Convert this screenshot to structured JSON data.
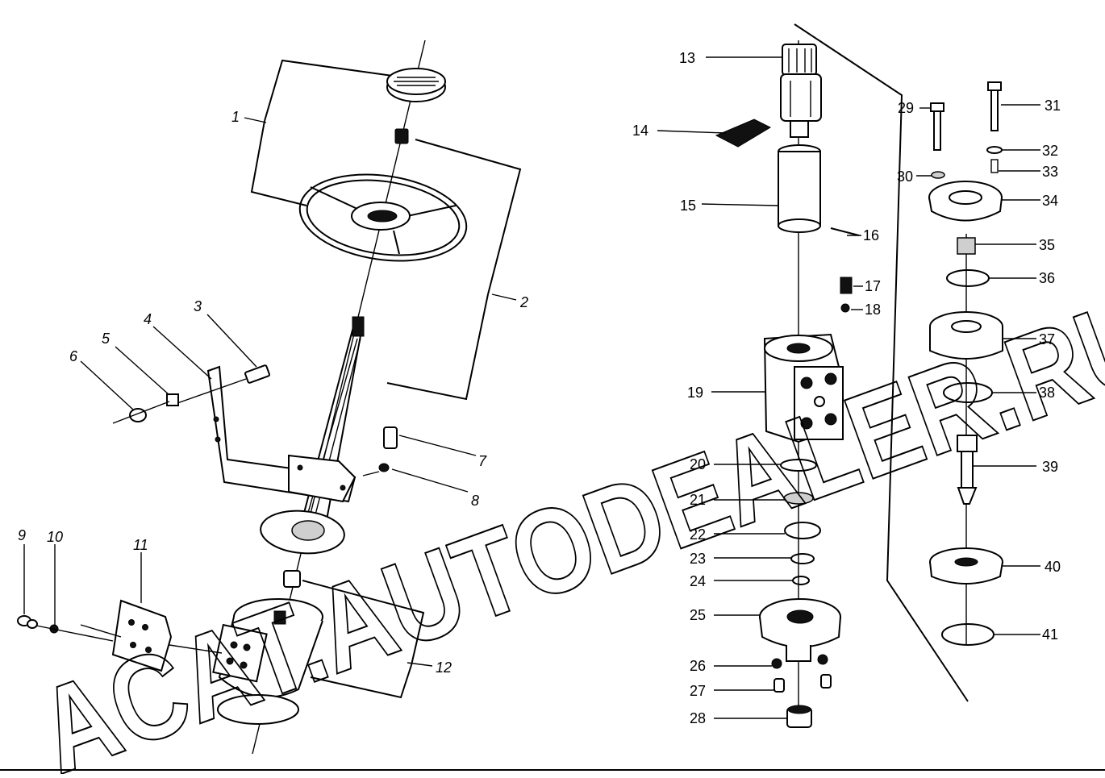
{
  "watermark": "ACAT.AUTODEALER.RU",
  "callouts_left": [
    "1",
    "2",
    "3",
    "4",
    "5",
    "6",
    "7",
    "8",
    "9",
    "10",
    "11",
    "12"
  ],
  "callouts_right": [
    "13",
    "14",
    "15",
    "16",
    "17",
    "18",
    "19",
    "20",
    "21",
    "22",
    "23",
    "24",
    "25",
    "26",
    "27",
    "28",
    "29",
    "30",
    "31",
    "32",
    "33",
    "34",
    "35",
    "36",
    "37",
    "38",
    "39",
    "40",
    "41"
  ],
  "colors": {
    "ink": "#000000",
    "paper": "#ffffff"
  }
}
